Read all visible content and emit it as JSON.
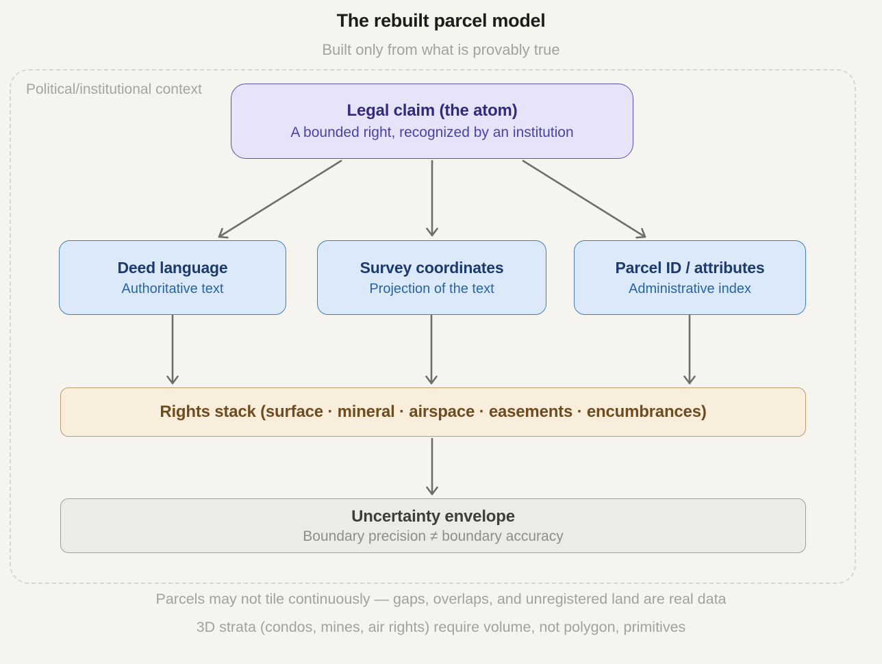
{
  "page": {
    "title": "The rebuilt parcel model",
    "subtitle": "Built only from what is provably true"
  },
  "context_frame": {
    "label": "Political/institutional context"
  },
  "nodes": {
    "legal_claim": {
      "title": "Legal claim (the atom)",
      "subtitle": "A bounded right, recognized by an institution"
    },
    "deed_language": {
      "title": "Deed language",
      "subtitle": "Authoritative text"
    },
    "survey_coordinates": {
      "title": "Survey coordinates",
      "subtitle": "Projection of the text"
    },
    "parcel_id": {
      "title": "Parcel ID / attributes",
      "subtitle": "Administrative index"
    },
    "rights_stack": {
      "title": "Rights stack (surface · mineral · airspace · easements · encumbrances)"
    },
    "uncertainty_envelope": {
      "title": "Uncertainty envelope",
      "subtitle": "Boundary precision ≠ boundary accuracy"
    }
  },
  "footnotes": [
    "Parcels may not tile continuously — gaps, overlaps, and unregistered land are real data",
    "3D strata (condos, mines, air rights) require volume, not polygon, primitives"
  ],
  "colors": {
    "background": "#f6f4ee",
    "legal_claim_fill": "#e7e4fa",
    "legal_claim_border": "#5b50b7",
    "legal_claim_text": "#312a7e",
    "blue_node_fill": "#dbe9f8",
    "blue_node_border": "#3e7cc1",
    "blue_node_text": "#1c3a6e",
    "rights_stack_fill": "#f8eedb",
    "rights_stack_border": "#bb9a6b",
    "rights_stack_text": "#6f4c20",
    "uncertainty_fill": "#ecece7",
    "uncertainty_border": "#9e9e96",
    "uncertainty_text": "#3e3e39",
    "muted_text": "#a2a19a",
    "arrow": "#6e6e69"
  }
}
